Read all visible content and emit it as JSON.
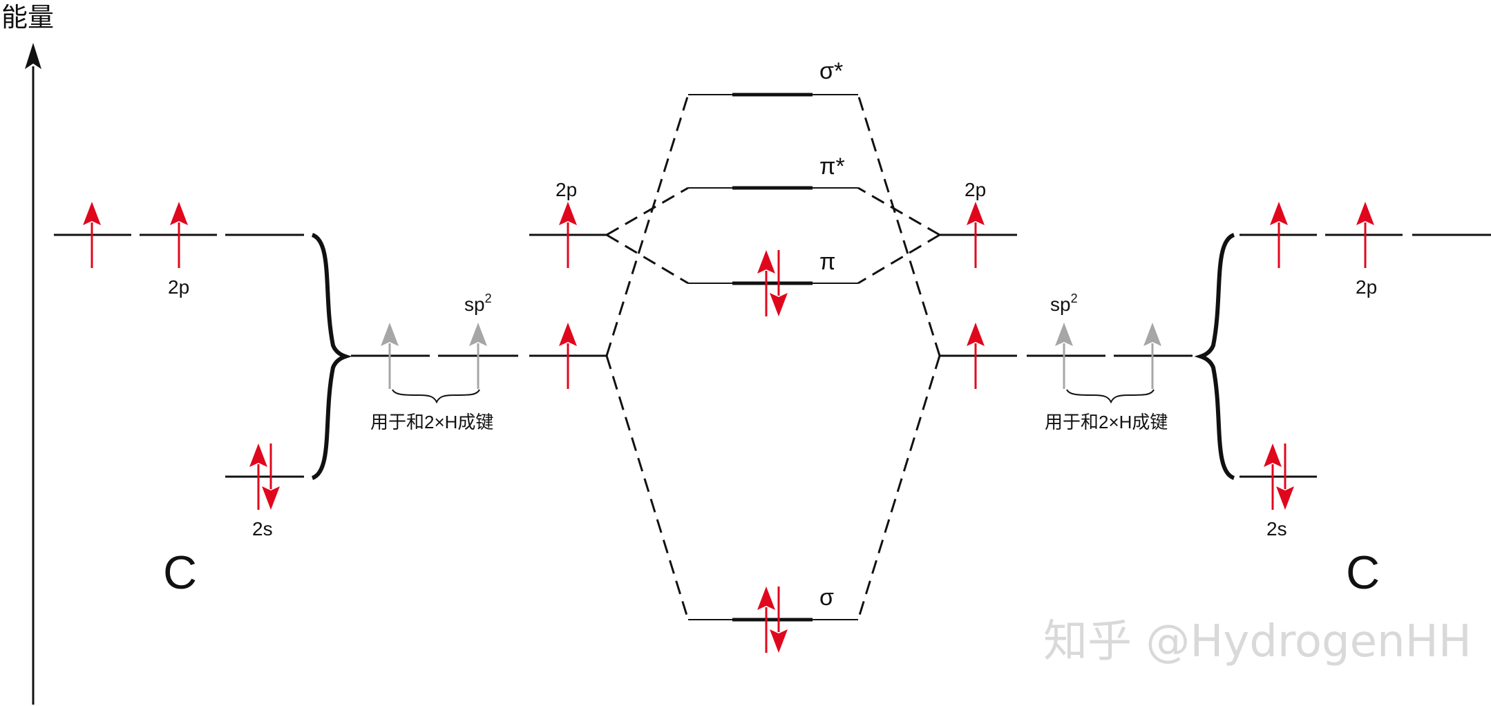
{
  "energy_axis_label": "能量",
  "left_atom": {
    "symbol": "C",
    "orbital_2p_label": "2p",
    "orbital_2s_label": "2s",
    "hybrid_label_base": "sp",
    "hybrid_label_sup": "2",
    "bonding_note": "用于和2×H成键"
  },
  "right_atom": {
    "symbol": "C",
    "orbital_2p_label": "2p",
    "orbital_2s_label": "2s",
    "hybrid_label_base": "sp",
    "hybrid_label_sup": "2",
    "bonding_note": "用于和2×H成键"
  },
  "left_fragment_2p_label": "2p",
  "right_fragment_2p_label": "2p",
  "molecular_orbitals": {
    "sigma_star": "σ*",
    "pi_star": "π*",
    "pi": "π",
    "sigma": "σ"
  },
  "watermark": "知乎 @HydrogenHH",
  "colors": {
    "electron_arrow": "#e0071d",
    "sp2_arrow": "#a6a6a6",
    "line": "#111111",
    "watermark": "#d9d9d9"
  }
}
